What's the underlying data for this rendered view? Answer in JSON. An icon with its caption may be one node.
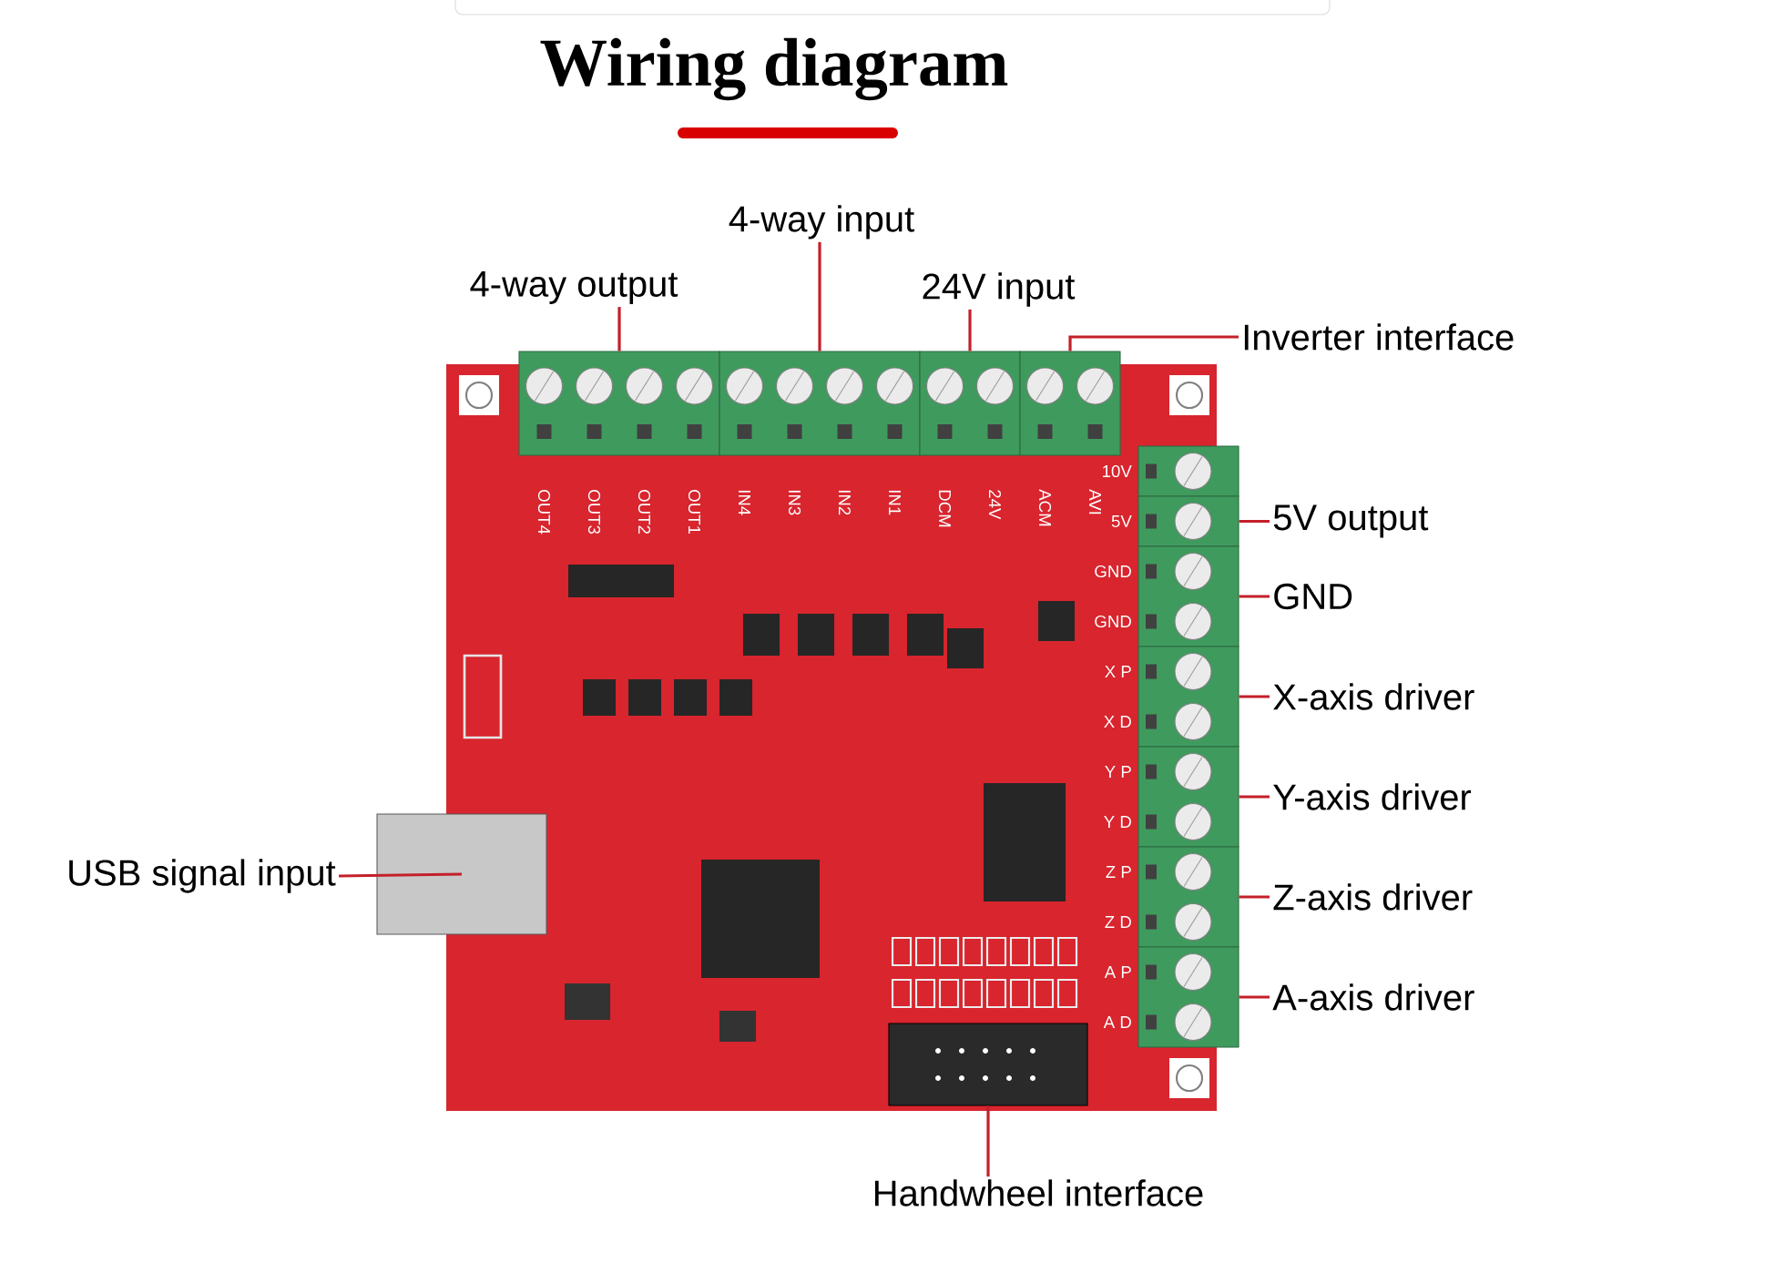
{
  "diagram": {
    "title": "Wiring diagram",
    "nodes": [
      {
        "text": [
          "4-way output"
        ]
      },
      {
        "text": [
          "4-way input"
        ]
      },
      {
        "text": [
          "24V input"
        ]
      },
      {
        "text": [
          "Inverter interface"
        ]
      },
      {
        "text": [
          "5V output"
        ]
      },
      {
        "text": [
          "GND"
        ]
      },
      {
        "text": [
          "X-axis driver"
        ]
      },
      {
        "text": [
          "Y-axis driver"
        ]
      },
      {
        "text": [
          "Z-axis driver"
        ]
      },
      {
        "text": [
          "A-axis driver"
        ]
      },
      {
        "text": [
          "USB signal input"
        ]
      },
      {
        "text": [
          "Handwheel interface"
        ]
      },
      {
        "text": [],
        "shape": "box",
        "beside": [
          "OUT4",
          "OUT3",
          "OUT2",
          "OUT1"
        ]
      },
      {
        "text": [],
        "shape": "box",
        "beside": [
          "IN4",
          "IN3",
          "IN2",
          "IN1"
        ]
      },
      {
        "text": [],
        "shape": "box",
        "beside": [
          "DCM",
          "24V"
        ]
      },
      {
        "text": [],
        "shape": "box",
        "beside": [
          "ACM",
          "AVI"
        ]
      },
      {
        "text": [],
        "shape": "box",
        "beside": [
          "5V"
        ]
      },
      {
        "text": [],
        "shape": "box",
        "beside": [
          "GND",
          "GND"
        ]
      },
      {
        "text": [],
        "shape": "box",
        "beside": [
          "X P",
          "X D"
        ]
      },
      {
        "text": [],
        "shape": "box",
        "beside": [
          "Y P",
          "Y D"
        ]
      },
      {
        "text": [],
        "shape": "box",
        "beside": [
          "Z P",
          "Z D"
        ]
      },
      {
        "text": [],
        "shape": "box",
        "beside": [
          "A P",
          "A D"
        ]
      },
      {
        "text": [],
        "shape": "box"
      },
      {
        "text": [],
        "shape": "box"
      }
    ],
    "edges": [
      {
        "from": 0,
        "to": 12,
        "arrow": "none"
      },
      {
        "from": 1,
        "to": 13,
        "arrow": "none"
      },
      {
        "from": 2,
        "to": 14,
        "arrow": "none"
      },
      {
        "from": 3,
        "to": 15,
        "arrow": "none"
      },
      {
        "from": 4,
        "to": 16,
        "arrow": "none"
      },
      {
        "from": 5,
        "to": 17,
        "arrow": "none"
      },
      {
        "from": 6,
        "to": 18,
        "arrow": "none"
      },
      {
        "from": 7,
        "to": 19,
        "arrow": "none"
      },
      {
        "from": 8,
        "to": 20,
        "arrow": "none"
      },
      {
        "from": 9,
        "to": 21,
        "arrow": "none"
      },
      {
        "from": 10,
        "to": 22,
        "arrow": "none"
      },
      {
        "from": 11,
        "to": 23,
        "arrow": "none"
      }
    ],
    "labels": [
      "10V"
    ]
  }
}
